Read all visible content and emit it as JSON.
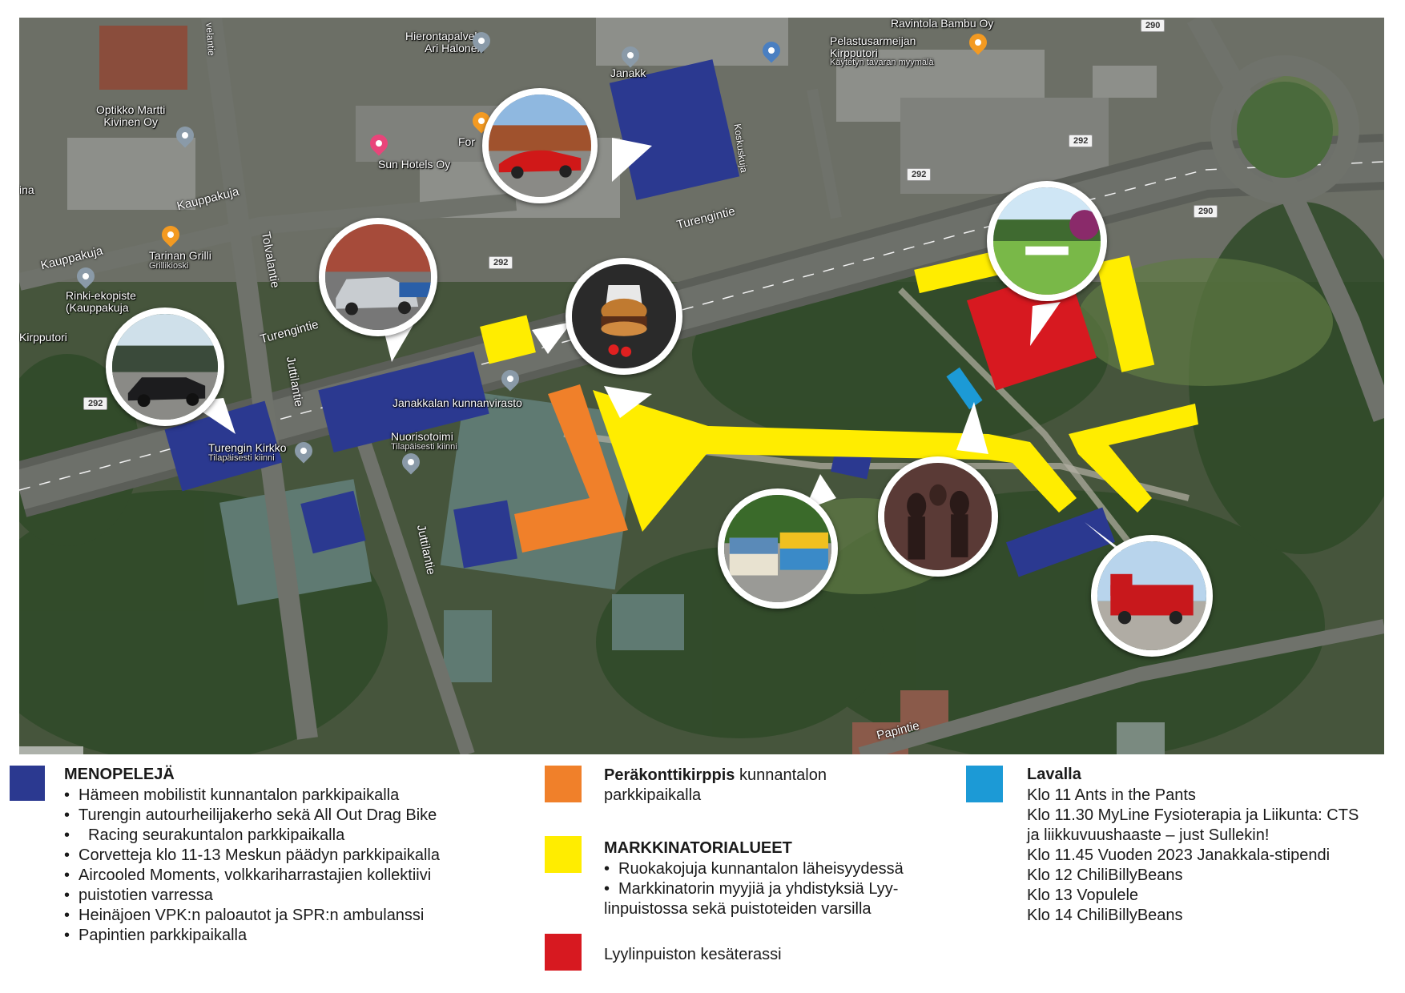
{
  "colors": {
    "menopeleja": "#2b3990",
    "perakonttikirppis": "#f0802a",
    "markkinatorialueet": "#ffed00",
    "lyylinpuiston_kesaterassi": "#d71920",
    "lavalla": "#1c9ad6"
  },
  "map": {
    "places": {
      "hieronta": "Hierontapalvelu",
      "hieronta_sub": "Ari Halonen",
      "pelastusarmeija": "Pelastusarmeijan",
      "pelastusarmeija_2": "Kirpputori",
      "pelastusarmeija_sub": "Käytetyn tavaran myymälä",
      "ravintola": "Ravintola Bambu Oy",
      "optikko": "Optikko Martti",
      "optikko_2": "Kivinen Oy",
      "sunhotels": "Sun Hotels Oy",
      "tarinan": "Tarinan Grilli",
      "tarinan_sub": "Grillikioski",
      "rinki": "Rinki-ekopiste",
      "rinki_2": "(Kauppakuja",
      "kirpputori": "Kirpputori",
      "kunnanvirasto": "Janakkalan kunnanvirasto",
      "nuorisotoimi": "Nuorisotoimi",
      "nuorisotoimi_sub": "Tilapäisesti kiinni",
      "kirkko": "Turengin Kirkko",
      "kirkko_sub": "Tilapäisesti kiinni",
      "janakkala_top": "Janakk",
      "for": "For",
      "ina": "ina"
    },
    "roads": {
      "turengintie_1": "Turengintie",
      "turengintie_2": "Turengintie",
      "kauppakuja_1": "Kauppakuja",
      "kauppakuja_2": "Kauppakuja",
      "tolvalantie": "Tolvalantie",
      "juttilantie_1": "Juttilantie",
      "juttilantie_2": "Juttilantie",
      "papintie": "Papintie",
      "koskuskuja": "Koskuskuja",
      "velantie": "velantie"
    },
    "road_numbers": {
      "r290a": "290",
      "r290b": "290",
      "r292a": "292",
      "r292b": "292",
      "r292c": "292",
      "r292d": "292"
    }
  },
  "legend": {
    "menopeleja": {
      "title": "MENOPELEJÄ",
      "items": [
        "Hämeen mobilistit kunnantalon parkkipaikalla",
        "Turengin autourheilijakerho sekä All Out Drag Bike",
        "Racing seurakuntalon parkkipaikalla",
        "Corvetteja klo 11-13 Meskun päädyn parkkipaikalla",
        "Aircooled Moments, volkkariharrastajien kollektiivi",
        "puistotien varressa",
        "Heinäjoen VPK:n paloautot ja SPR:n ambulanssi",
        "Papintien parkkipaikalla"
      ]
    },
    "perakonttikirppis": {
      "title": "Peräkonttikirppis",
      "text": "kunnantalon",
      "text_2": "parkkipaikalla"
    },
    "markkinatorialueet": {
      "title": "MARKKINATORIALUEET",
      "items": [
        "Ruokakojuja kunnantalon läheisyydessä",
        "Markkinatorin myyjiä ja yhdistyksiä Lyy-",
        "linpuistossa sekä puistoteiden varsilla"
      ]
    },
    "kesaterassi": {
      "text": "Lyylinpuiston kesäterassi"
    },
    "lavalla": {
      "title": "Lavalla",
      "lines": [
        "Klo 11 Ants in the Pants",
        "Klo 11.30 MyLine Fysioterapia ja Liikunta: CTS",
        "ja liikkuvuushaaste – just Sullekin!",
        "Klo 11.45 Vuoden 2023 Janakkala-stipendi",
        "Klo 12 ChiliBillyBeans",
        "Klo 13 Vopulele",
        "Klo 14 ChiliBillyBeans"
      ]
    }
  }
}
